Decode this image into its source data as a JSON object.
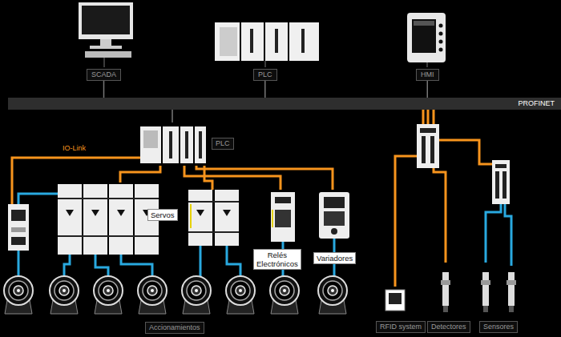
{
  "diagram": {
    "nodes": [
      {
        "text": [
          "SCADA"
        ]
      },
      {
        "text": [
          "PLC"
        ]
      },
      {
        "text": [
          "HMI"
        ]
      },
      {
        "text": [
          "PROFINET"
        ]
      },
      {
        "text": [
          "PLC"
        ]
      },
      {
        "text": [
          "Servos"
        ]
      },
      {
        "text": [
          "Relés Electrónicos"
        ]
      },
      {
        "text": [
          "Variadores"
        ]
      },
      {
        "text": [
          "RFID system"
        ]
      },
      {
        "text": [
          "Detectores"
        ]
      },
      {
        "text": [
          "Sensores"
        ]
      }
    ],
    "edges": [
      {
        "from": 0,
        "to": 3,
        "arrow": "none"
      },
      {
        "from": 1,
        "to": 3,
        "arrow": "none"
      },
      {
        "from": 2,
        "to": 3,
        "arrow": "none"
      },
      {
        "from": 3,
        "to": 4,
        "arrow": "none"
      },
      {
        "from": 4,
        "to": 5,
        "arrow": "none"
      },
      {
        "from": 4,
        "to": 6,
        "arrow": "none"
      },
      {
        "from": 4,
        "to": 7,
        "arrow": "none"
      },
      {
        "from": 3,
        "to": 8,
        "arrow": "none"
      },
      {
        "from": 3,
        "to": 9,
        "arrow": "none"
      },
      {
        "from": 3,
        "to": 10,
        "arrow": "none"
      }
    ],
    "labels": [
      "IO-Link",
      "Accionamientos"
    ]
  }
}
